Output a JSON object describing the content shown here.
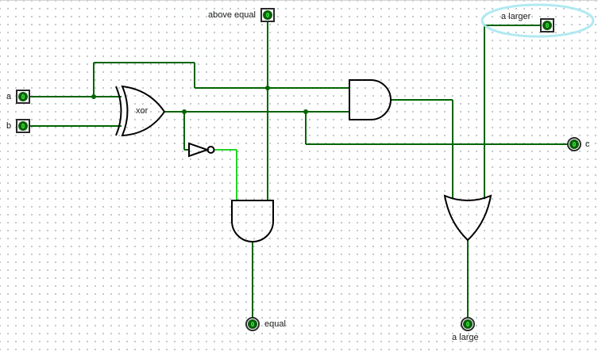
{
  "colors": {
    "wire_low": "#006400",
    "wire_high": "#24d424",
    "gate_stroke": "#000000",
    "pin_border": "#2a2a2a",
    "pin_fill": "#0b5f0b",
    "pin_text": "#3cf53c",
    "label_color": "#1b1b1b",
    "grid_dot": "#bcc8cc",
    "highlight": "#a8e7ef"
  },
  "pins": {
    "a": {
      "label": "a",
      "value": "0",
      "kind": "input"
    },
    "b": {
      "label": "b",
      "value": "0",
      "kind": "input"
    },
    "above_equal": {
      "label": "above equal",
      "value": "0",
      "kind": "input"
    },
    "a_larger": {
      "label": "a larger",
      "value": "0",
      "kind": "input"
    },
    "c": {
      "label": "c",
      "value": "0",
      "kind": "output"
    },
    "equal": {
      "label": "equal",
      "value": "0",
      "kind": "output"
    },
    "a_large": {
      "label": "a large",
      "value": "0",
      "kind": "output"
    }
  },
  "gates": {
    "xor": {
      "type": "XOR",
      "label": "xor"
    },
    "and_top": {
      "type": "AND"
    },
    "and_bottom": {
      "type": "AND"
    },
    "or_bottom": {
      "type": "OR"
    },
    "not": {
      "type": "NOT"
    }
  },
  "annotation": {
    "shape": "ellipse",
    "target": "a_larger"
  }
}
